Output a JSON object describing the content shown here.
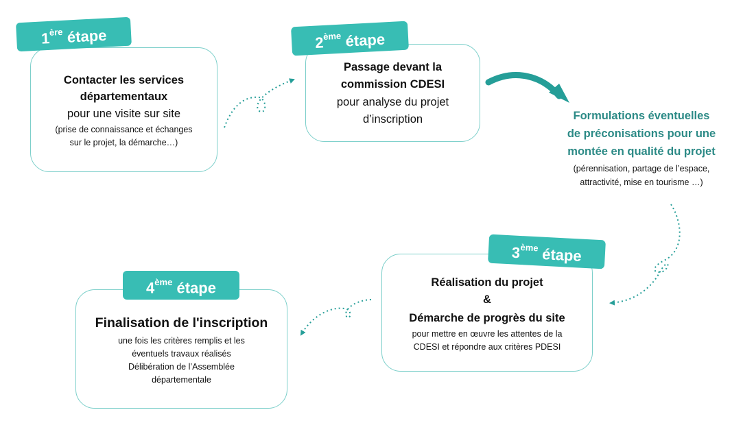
{
  "colors": {
    "accent": "#38bdb4",
    "border": "#7ccfca",
    "teal_text": "#2c8a86",
    "arrow": "#259e98"
  },
  "step1": {
    "tag_num": "1",
    "tag_sup": "ère",
    "tag_word": "étape",
    "lines": [
      "Contacter les services",
      "départementaux",
      "pour une visite sur site",
      "(prise de connaissance et échanges",
      "sur le projet, la démarche…)"
    ]
  },
  "step2": {
    "tag_num": "2",
    "tag_sup": "ème",
    "tag_word": "étape",
    "lines": [
      "Passage devant la",
      "commission CDESI",
      "pour analyse du projet",
      "d’inscription"
    ]
  },
  "formulations": {
    "lines": [
      "Formulations éventuelles",
      "de préconisations pour une",
      "montée en qualité du projet",
      "(pérennisation, partage de l’espace,",
      "attractivité, mise en tourisme …)"
    ]
  },
  "step3": {
    "tag_num": "3",
    "tag_sup": "ème",
    "tag_word": "étape",
    "lines": [
      "Réalisation du projet",
      "&",
      "Démarche de progrès du site",
      "pour mettre en œuvre les attentes de la",
      "CDESI et répondre aux critères PDESI"
    ]
  },
  "step4": {
    "tag_num": "4",
    "tag_sup": "ème",
    "tag_word": "étape",
    "lines": [
      "Finalisation de l'inscription",
      "une fois les critères remplis et les",
      "éventuels travaux réalisés",
      "Délibération de l’Assemblée",
      "départementale"
    ]
  }
}
